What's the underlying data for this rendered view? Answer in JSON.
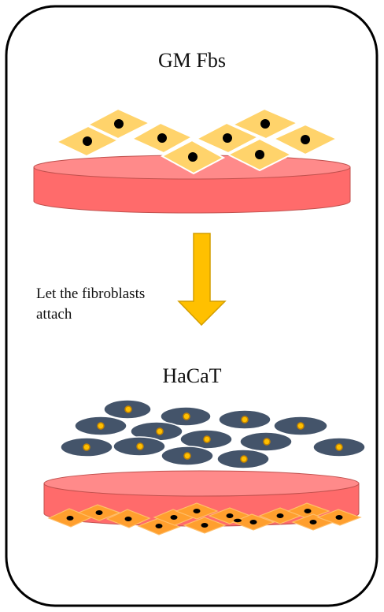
{
  "top_label": "GM Fbs",
  "step_label_line1": "Let the fibroblasts",
  "step_label_line2": "attach",
  "bottom_label": "HaCaT",
  "colors": {
    "frame": "#000000",
    "dish": "#ff6b6b",
    "fibroblast": "#ffd36b",
    "fibroblast_attached": "#ff9f2e",
    "nucleus": "#000000",
    "keratinocyte": "#44546a",
    "keratinocyte_nucleus": "#ffc000",
    "arrow": "#ffc000"
  }
}
